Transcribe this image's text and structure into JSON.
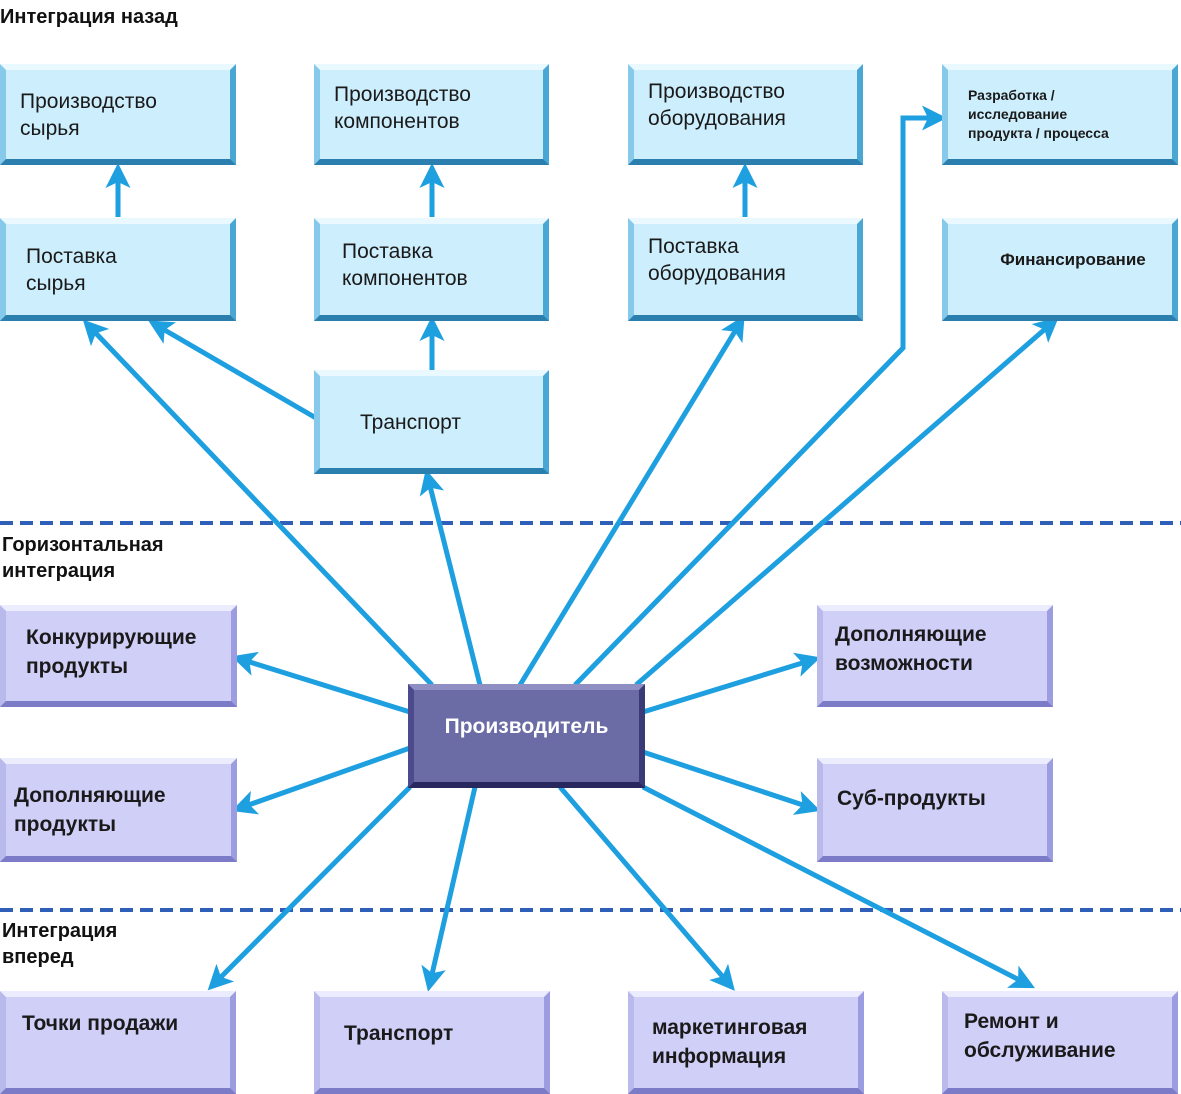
{
  "sections": {
    "backward": "Интеграция назад",
    "horizontal_line1": "Горизонтальная",
    "horizontal_line2": "интеграция",
    "forward_line1": "Интеграция",
    "forward_line2": "вперед"
  },
  "backward_boxes": {
    "raw_production": [
      "Производство",
      "сырья"
    ],
    "component_production": [
      "Производство",
      "компонентов"
    ],
    "equipment_production": [
      "Производство",
      "оборудования"
    ],
    "rnd": [
      "Разработка /",
      "исследование",
      "продукта / процесса"
    ],
    "raw_supply": [
      "Поставка",
      "сырья"
    ],
    "component_supply": [
      "Поставка",
      "компонентов"
    ],
    "equipment_supply": [
      "Поставка",
      "оборудования"
    ],
    "financing": "Финансирование",
    "transport": "Транспорт"
  },
  "horizontal_boxes": {
    "competing_products": [
      "Конкурирующие",
      "продукты"
    ],
    "complementary_products": [
      "Дополняющие",
      "продукты"
    ],
    "complementary_capabilities": [
      "Дополняющие",
      "возможности"
    ],
    "sub_products": "Суб-продукты"
  },
  "producer": "Производитель",
  "forward_boxes": {
    "points_of_sale": "Точки продажи",
    "transport": "Транспорт",
    "marketing_info": [
      "маркетинговая",
      "информация"
    ],
    "repair_service": [
      "Ремонт и",
      "обслуживание"
    ]
  },
  "colors": {
    "arrow": "#1e9fe0",
    "divider": "#2f5fb7",
    "upper_box": "#cdeefc",
    "lower_box": "#cfcff8",
    "producer_box": "#6b6ba6"
  }
}
